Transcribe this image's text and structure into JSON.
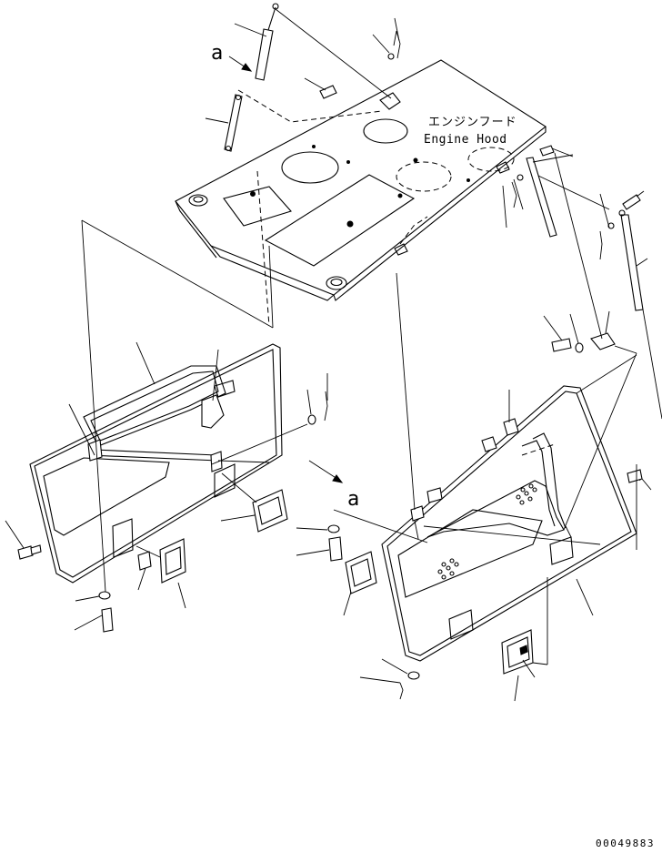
{
  "title_jp": "エンジンフード",
  "title_en": "Engine Hood",
  "ref_mark_top": "a",
  "ref_mark_right": "a",
  "drawing_number": "00049883"
}
